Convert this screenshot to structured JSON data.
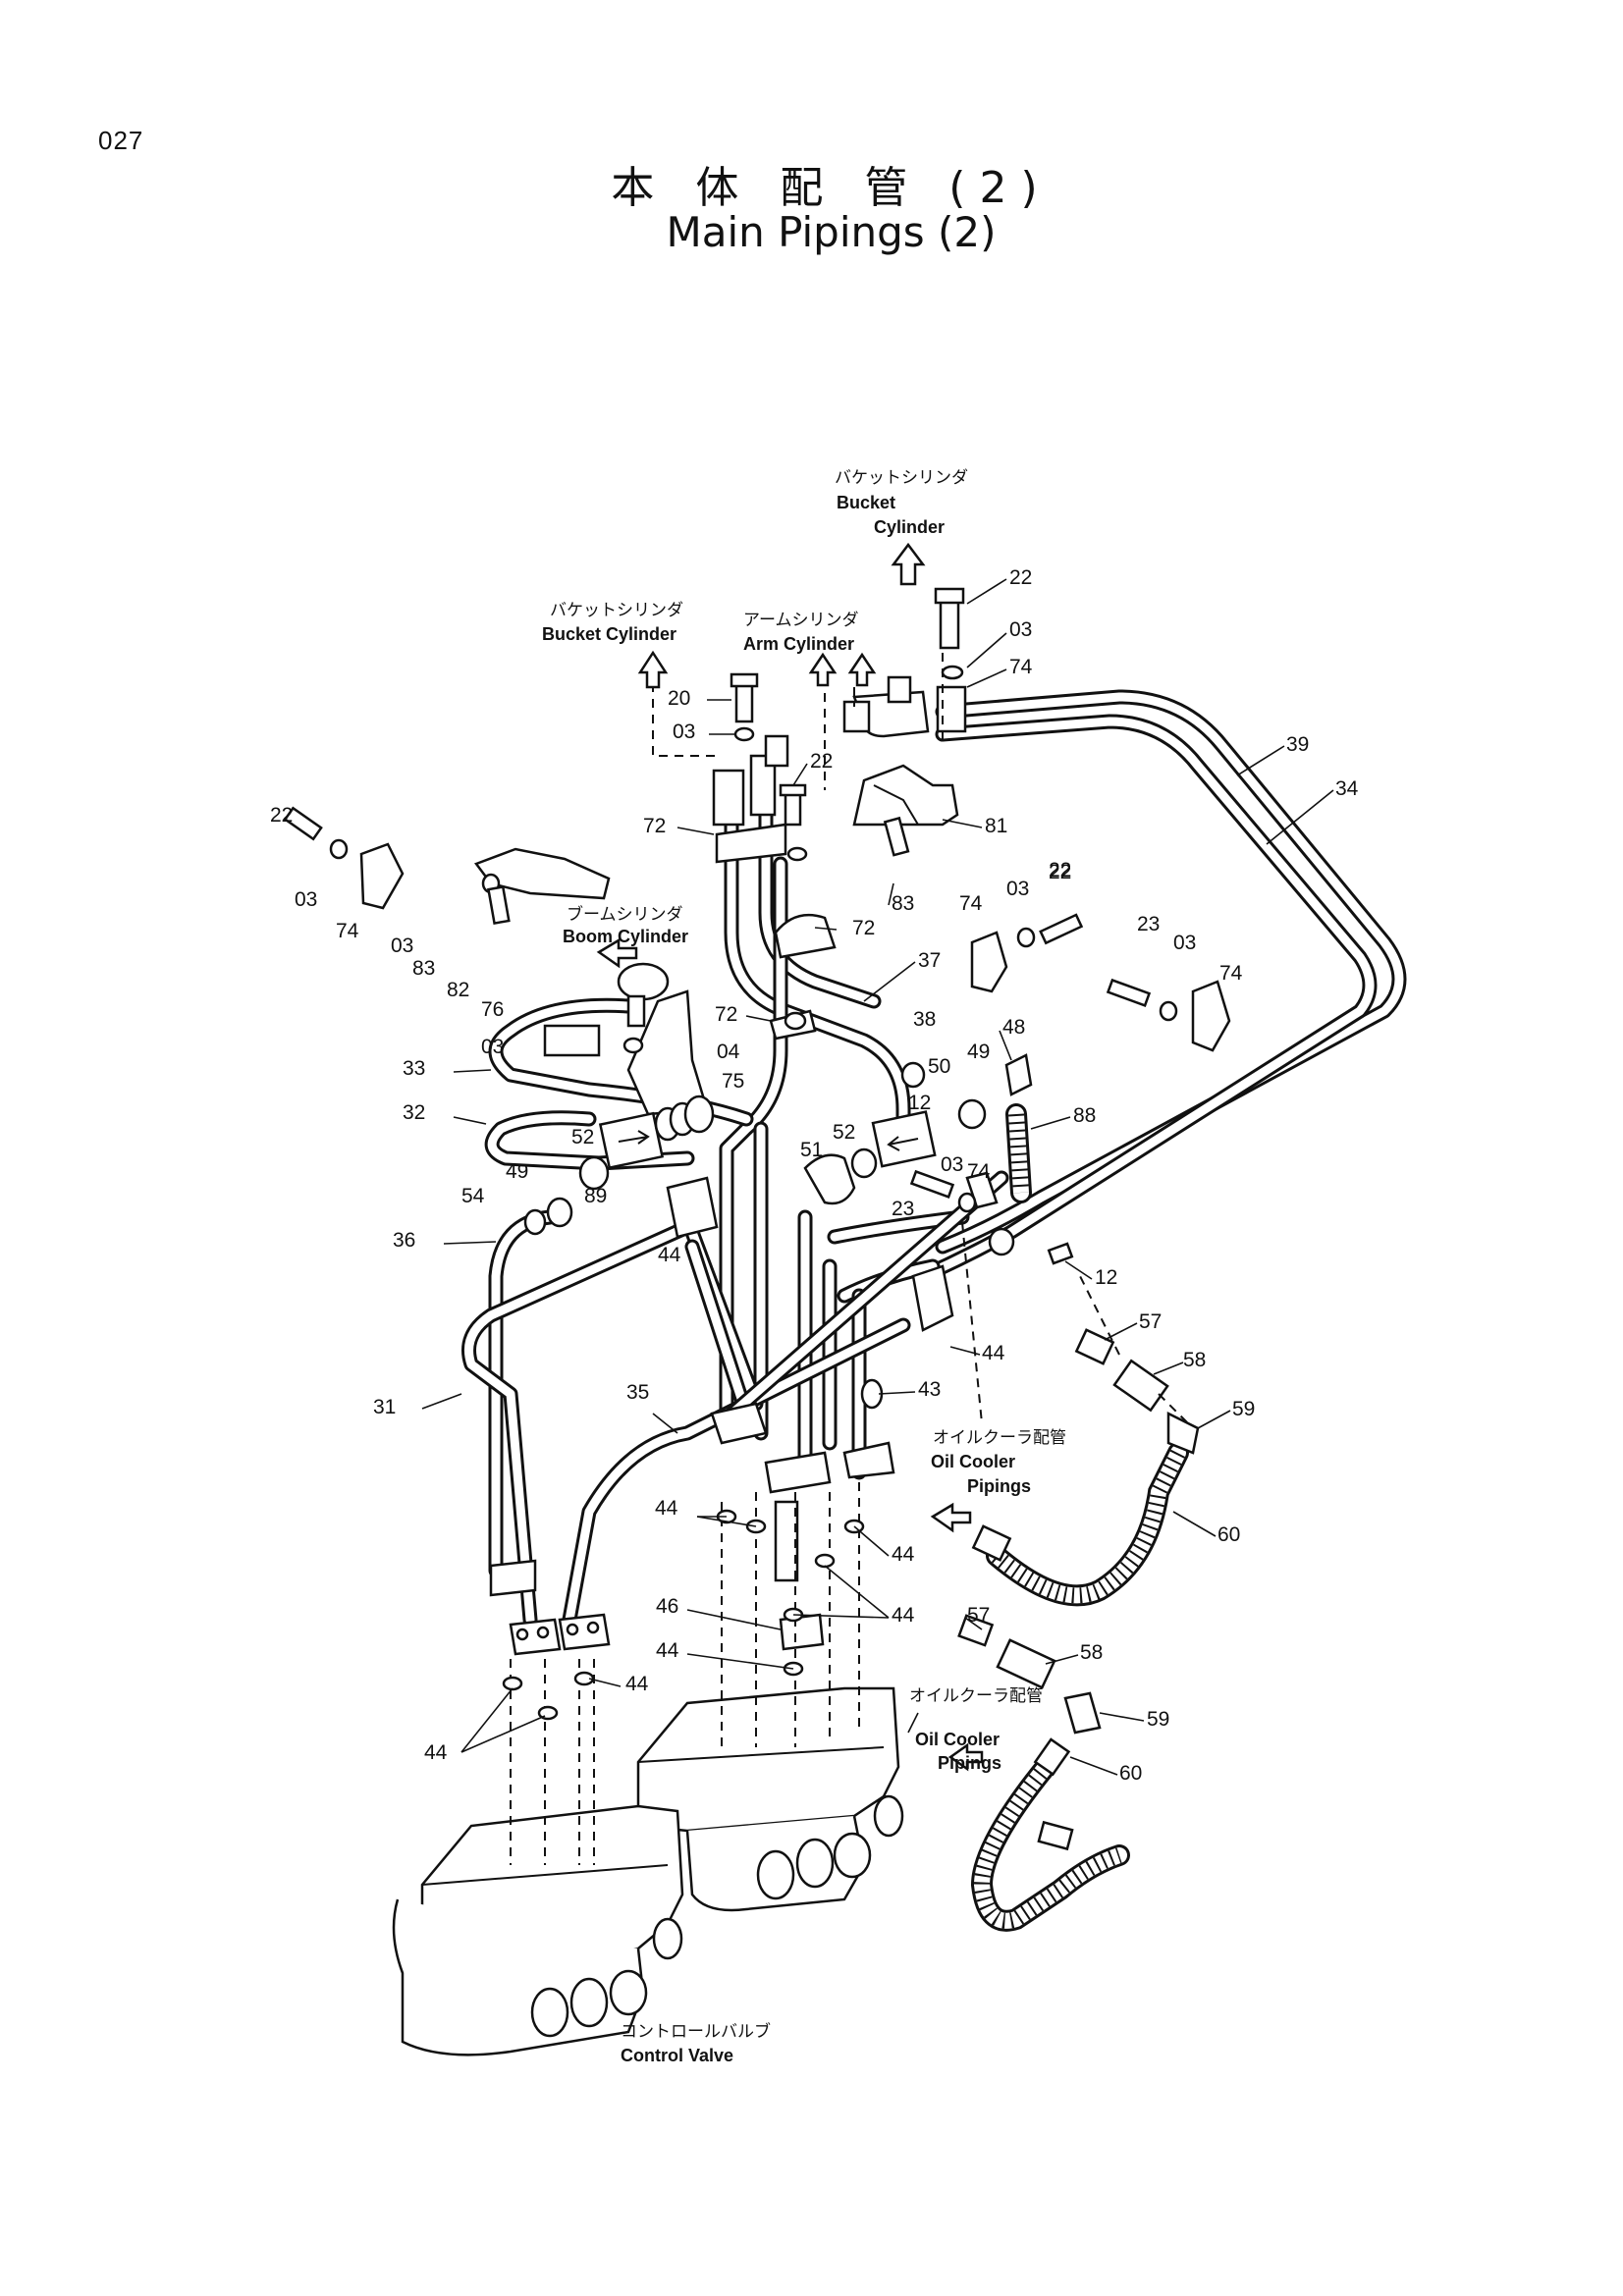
{
  "page_number": "027",
  "title_jp": "本 体 配 管 (2)",
  "title_en": "Main Pipings (2)",
  "destinations": [
    {
      "jp": "バケットシリンダ",
      "en": [
        "Bucket",
        "Cylinder"
      ]
    },
    {
      "jp": "バケットシリンダ",
      "en": [
        "Bucket Cylinder"
      ]
    },
    {
      "jp": "アームシリンダ",
      "en": [
        "Arm Cylinder"
      ]
    },
    {
      "jp": "ブームシリンダ",
      "en": [
        "Boom Cylinder"
      ]
    },
    {
      "jp": "オイルクーラ配管",
      "en": [
        "Oil Cooler",
        "Pipings"
      ]
    },
    {
      "jp": "オイルクーラ配管",
      "en": [
        "Oil Cooler",
        "Pipings"
      ]
    },
    {
      "jp": "コントロールバルブ",
      "en": [
        "Control Valve"
      ]
    }
  ],
  "part_callouts": [
    "22",
    "03",
    "74",
    "39",
    "34",
    "20",
    "03",
    "22",
    "72",
    "81",
    "22",
    "03",
    "74",
    "83",
    "72",
    "22",
    "74",
    "03",
    "22",
    "23",
    "03",
    "74",
    "03",
    "83",
    "82",
    "76",
    "37",
    "72",
    "48",
    "38",
    "04",
    "75",
    "49",
    "50",
    "12",
    "88",
    "33",
    "03",
    "32",
    "52",
    "52",
    "51",
    "49",
    "54",
    "89",
    "03",
    "74",
    "23",
    "36",
    "44",
    "12",
    "57",
    "44",
    "58",
    "31",
    "35",
    "43",
    "59",
    "44",
    "44",
    "60",
    "44",
    "57",
    "46",
    "58",
    "44",
    "44",
    "59",
    "44",
    "60"
  ]
}
